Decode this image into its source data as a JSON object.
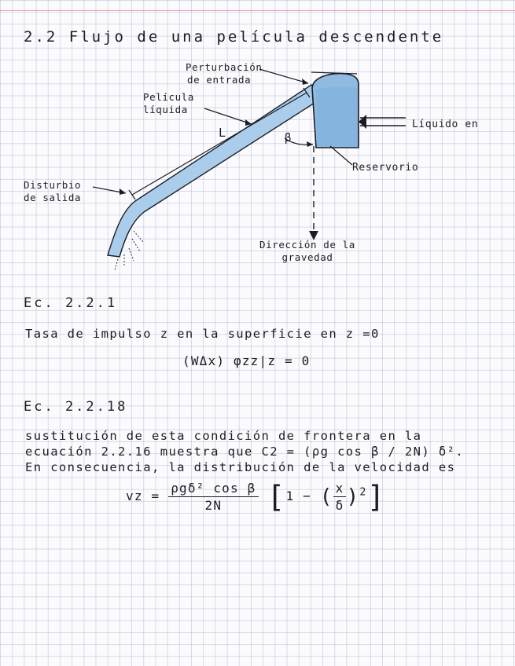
{
  "title": "2.2 Flujo de una película descendente",
  "diagram": {
    "label_perturbation": [
      "Perturbación",
      "de entrada"
    ],
    "label_film": [
      "Película",
      "líquida"
    ],
    "label_length": "L",
    "label_angle": "β",
    "label_liquid_in": "Líquido en",
    "label_reservoir": "Reservorio",
    "label_exit_disturbance": [
      "Disturbio",
      "de salida"
    ],
    "label_gravity": [
      "Dirección de la",
      "gravedad"
    ],
    "colors": {
      "film": "#a9cdeb",
      "reservoir": "#8fbbe2",
      "ink": "#1c1c24"
    }
  },
  "sections": [
    {
      "heading": "Ec. 2.2.1",
      "lines": [
        "Tasa de impulso z en la superficie en z =0"
      ],
      "equation": "(WΔx) φzz|z = 0"
    },
    {
      "heading": "Ec. 2.2.18",
      "lines": [
        "sustitución de esta condición de frontera en la",
        "ecuación 2.2.16 muestra que C2 = (ρg cos β / 2N) δ².",
        "En consecuencia, la distribución de la velocidad es"
      ],
      "equation": {
        "lhs": "vz =",
        "numerator": "ρgδ² cos β",
        "denominator": "2N",
        "bracket_open": "[",
        "one_minus": "1 −",
        "inner_num": "x",
        "inner_den": "δ",
        "power": "2",
        "bracket_close": "]"
      }
    }
  ]
}
